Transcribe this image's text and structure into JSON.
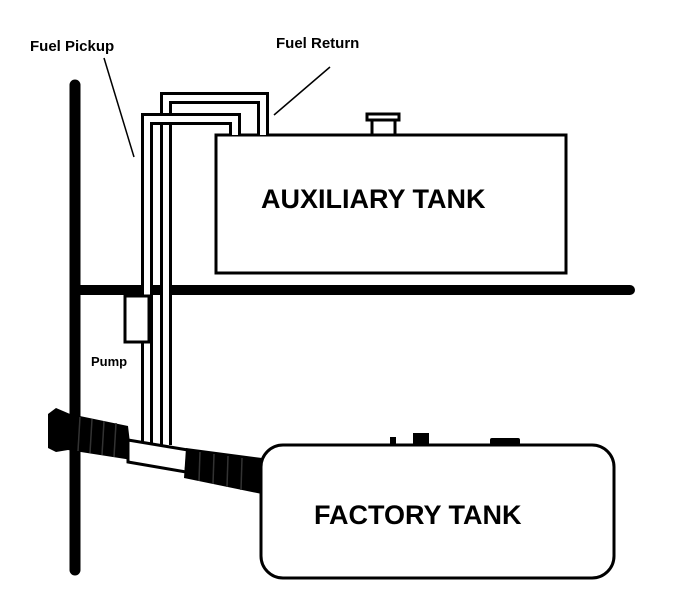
{
  "labels": {
    "fuel_pickup": "Fuel Pickup",
    "fuel_return": "Fuel Return",
    "pump": "Pump",
    "auxiliary_tank": "AUXILIARY TANK",
    "factory_tank": "FACTORY TANK"
  },
  "colors": {
    "line": "#000000",
    "background": "#ffffff"
  }
}
